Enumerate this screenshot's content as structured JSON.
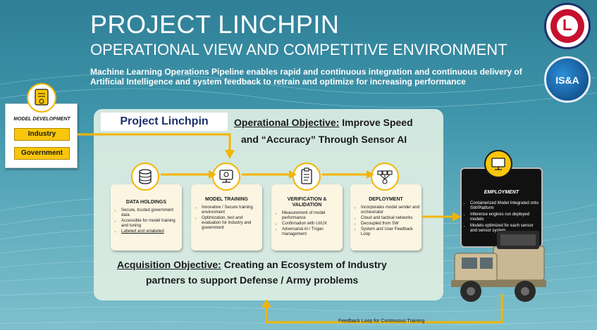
{
  "header": {
    "title": "PROJECT LINCHPIN",
    "subtitle": "OPERATIONAL VIEW AND COMPETITIVE ENVIRONMENT",
    "description": "Machine Learning Operations Pipeline enables rapid and continuous integration and continuous delivery of Artificial Intelligence and system feedback to retrain and optimize for increasing performance"
  },
  "logos": {
    "linchpin_letter": "L",
    "isa_text": "IS&A"
  },
  "model_development": {
    "label": "MODEL DEVELOPMENT",
    "items": [
      "Industry",
      "Government"
    ]
  },
  "panel": {
    "tab": "Project Linchpin",
    "operational_label": "Operational Objective:",
    "operational_line1": "Improve Speed",
    "operational_line2": "and “Accuracy” Through Sensor AI",
    "acquisition_label": "Acquisition Objective:",
    "acquisition_line1": "Creating an Ecosystem of Industry",
    "acquisition_line2": "partners to support Defense / Army problems"
  },
  "steps": [
    {
      "title": "DATA HOLDINGS",
      "icon": "database-icon",
      "bullets": [
        "Secure, trusted government data",
        "Accessible for model training and tuning",
        "Labeled and unlabeled"
      ]
    },
    {
      "title": "MODEL TRAINING",
      "icon": "training-icon",
      "bullets": [
        "Innovative / Secure training environment",
        "Optimization, test and evaluation for industry and government"
      ]
    },
    {
      "title": "VERIFICATION & VALIDATION",
      "icon": "clipboard-icon",
      "bullets": [
        "Measurement of model performance",
        "Confirmation with UI/UX",
        "Adversarial AI / Trojan management"
      ]
    },
    {
      "title": "DEPLOYMENT",
      "icon": "network-icon",
      "bullets": [
        "Incorporates model sender and orchestrator",
        "Cloud and tactical networks",
        "Decoupled from SW",
        "System and User Feedback Loop"
      ]
    }
  ],
  "employment": {
    "title": "EMPLOYMENT",
    "icon": "monitor-icon",
    "bullets": [
      "Containerized Model Integrated onto SW/Platform",
      "Inference engines run deployed models",
      "Models optimized for each sensor and sensor system"
    ]
  },
  "feedback_label": "Feedback Loop for Continuous Training",
  "colors": {
    "accent": "#f4b400",
    "navy": "#1c2f6b",
    "panel": "#dfeee3",
    "card": "#fbf5e2"
  }
}
